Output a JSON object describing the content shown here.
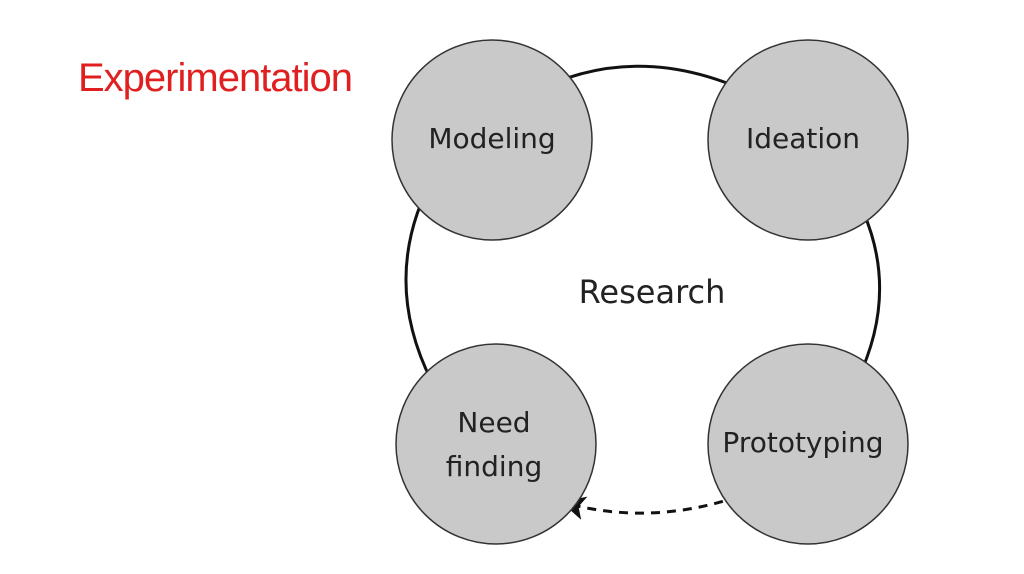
{
  "title": "Experimentation",
  "colors": {
    "title": "#e02020",
    "node_fill": "#c9c9c9",
    "node_stroke": "#333333",
    "arrow": "#111111",
    "text": "#222222"
  },
  "center_label": "Research",
  "nodes": [
    {
      "id": "modeling",
      "lines": [
        "Modeling"
      ]
    },
    {
      "id": "ideation",
      "lines": [
        "Ideation"
      ]
    },
    {
      "id": "prototyping",
      "lines": [
        "Prototyping"
      ]
    },
    {
      "id": "need-finding",
      "lines": [
        "Need",
        "finding"
      ]
    }
  ],
  "edges": [
    {
      "from": "modeling",
      "to": "ideation",
      "style": "solid"
    },
    {
      "from": "ideation",
      "to": "prototyping",
      "style": "solid"
    },
    {
      "from": "prototyping",
      "to": "need-finding",
      "style": "dashed"
    },
    {
      "from": "need-finding",
      "to": "modeling",
      "style": "solid"
    }
  ]
}
